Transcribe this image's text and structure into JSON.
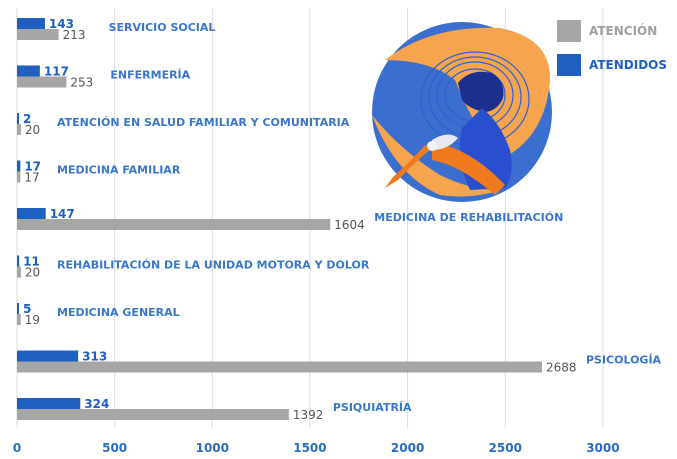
{
  "chart_data": {
    "type": "bar",
    "orientation": "horizontal",
    "categories": [
      "SERVICIO SOCIAL",
      "ENFERMERÍA",
      "ATENCIÓN EN SALUD FAMILIAR Y COMUNITARIA",
      "MEDICINA FAMILIAR",
      "MEDICINA DE REHABILITACIÓN",
      "REHABILITACIÓN DE LA UNIDAD MOTORA Y DOLOR",
      "MEDICINA GENERAL",
      "PSICOLOGÍA",
      "PSIQUIATRÍA"
    ],
    "series": [
      {
        "name": "ATENDIDOS",
        "color": "#1f5fbf",
        "values": [
          143,
          117,
          2,
          17,
          147,
          11,
          5,
          313,
          324
        ]
      },
      {
        "name": "ATENCIÓN",
        "color": "#a6a6a6",
        "values": [
          213,
          253,
          20,
          17,
          1604,
          20,
          19,
          2688,
          1392
        ]
      }
    ],
    "xlim": [
      0,
      3300
    ],
    "xticks": [
      0,
      500,
      1000,
      1500,
      2000,
      2500,
      3000
    ],
    "grid": true,
    "legend_position": "top-right",
    "legend": [
      {
        "name": "ATENCIÓN",
        "color": "#a6a6a6"
      },
      {
        "name": "ATENDIDOS",
        "color": "#1f5fbf"
      }
    ],
    "label_positions": [
      "right-of-atendidos-bar",
      "right-of-atendidos-bar",
      "right-of-atendidos-bar",
      "right-of-atendidos-bar",
      "right-of-atencion-bar",
      "right-of-atendidos-bar",
      "right-of-atendidos-bar",
      "right-of-atencion-bar",
      "right-of-atencion-bar"
    ]
  },
  "illustration": {
    "icon": "person-sitting-on-globe-illustration"
  }
}
